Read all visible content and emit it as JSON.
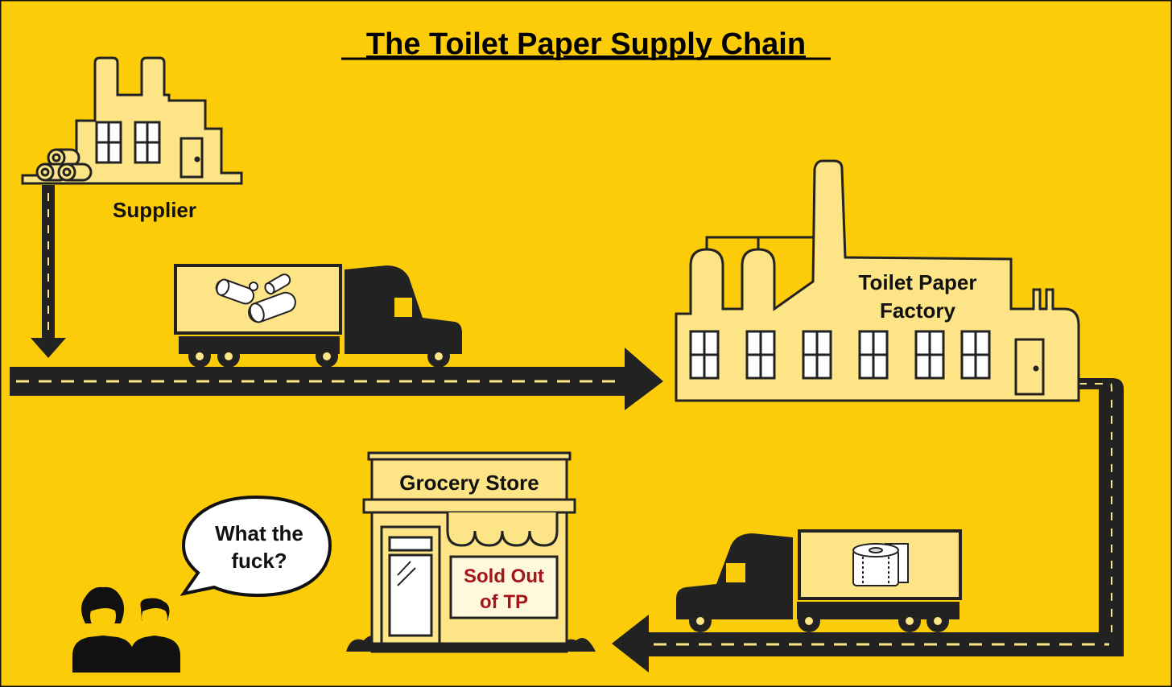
{
  "title": "The Toilet Paper Supply Chain",
  "labels": {
    "supplier": "Supplier",
    "factory_line1": "Toilet Paper",
    "factory_line2": "Factory",
    "store": "Grocery Store",
    "sign_line1": "Sold Out",
    "sign_line2": "of TP",
    "speech_line1": "What the",
    "speech_line2": "fuck?"
  },
  "colors": {
    "background": "#fdcc09",
    "building": "#fde486",
    "ink": "#222222",
    "sign_text": "#a3141b"
  },
  "icons": {
    "logs": "wood-logs-icon",
    "toilet_roll": "toilet-paper-roll-icon",
    "people": "two-people-icon"
  }
}
